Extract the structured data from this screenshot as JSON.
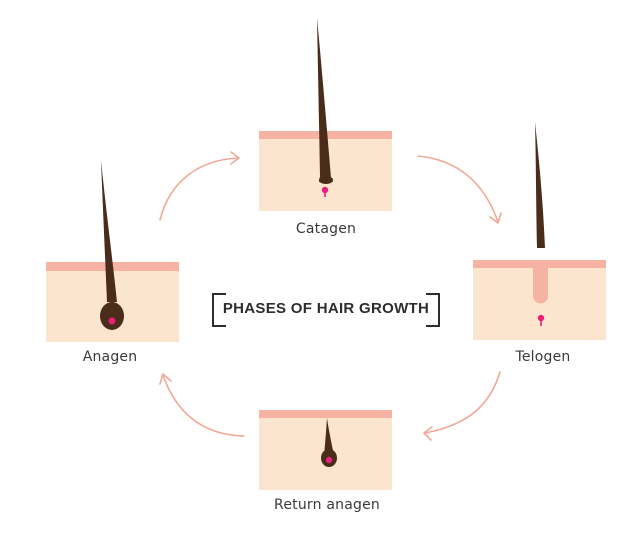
{
  "title": "PHASES OF HAIR GROWTH",
  "stages": [
    {
      "id": "catagen",
      "label": "Catagen"
    },
    {
      "id": "telogen",
      "label": "Telogen"
    },
    {
      "id": "return-anagen",
      "label": "Return anagen"
    },
    {
      "id": "anagen",
      "label": "Anagen"
    }
  ],
  "colors": {
    "skin": "#fbe5cf",
    "skin_top": "#f6b3a4",
    "hair": "#4a2c1a",
    "papilla": "#e8207a",
    "arrow": "#f2a896",
    "text": "#3a3a3a"
  }
}
